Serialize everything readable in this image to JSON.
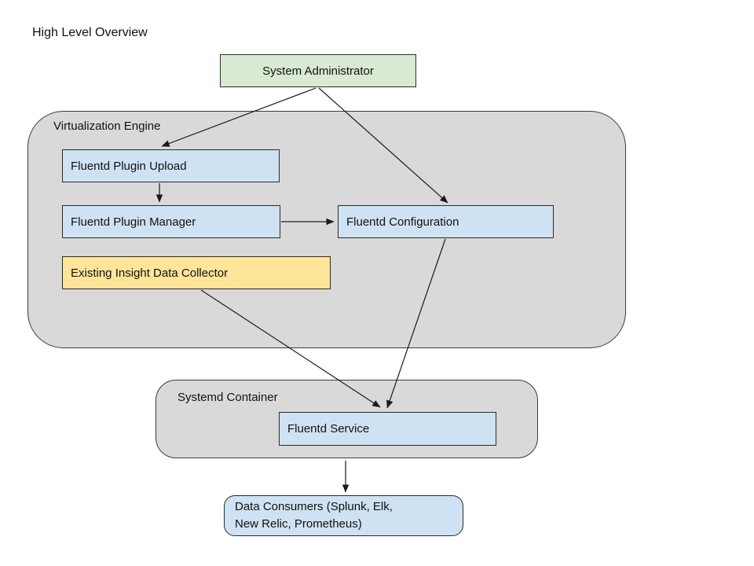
{
  "title": "High Level Overview",
  "colors": {
    "background": "#ffffff",
    "container_gray": "#d9d9d9",
    "green_fill": "#d9ead3",
    "blue_fill": "#cfe2f3",
    "yellow_fill": "#ffe599",
    "border": "#2b2b2b",
    "arrow": "#1a1a1a",
    "text": "#111111"
  },
  "containers": {
    "virtualization_engine": {
      "label": "Virtualization Engine"
    },
    "systemd_container": {
      "label": "Systemd Container"
    }
  },
  "nodes": {
    "system_administrator": {
      "label": "System Administrator"
    },
    "fluentd_plugin_upload": {
      "label": "Fluentd Plugin Upload"
    },
    "fluentd_plugin_manager": {
      "label": "Fluentd Plugin Manager"
    },
    "fluentd_configuration": {
      "label": "Fluentd Configuration"
    },
    "existing_insight_data_collector": {
      "label": "Existing Insight Data Collector"
    },
    "fluentd_service": {
      "label": "Fluentd Service"
    },
    "data_consumers": {
      "label": "Data Consumers (Splunk, Elk, New Relic, Prometheus)",
      "lines": [
        "Data Consumers (Splunk, Elk,",
        "New Relic, Prometheus)"
      ]
    }
  },
  "edges": [
    {
      "from": "System Administrator",
      "to": "Fluentd Plugin Upload"
    },
    {
      "from": "System Administrator",
      "to": "Fluentd Configuration"
    },
    {
      "from": "Fluentd Plugin Upload",
      "to": "Fluentd Plugin Manager"
    },
    {
      "from": "Fluentd Plugin Manager",
      "to": "Fluentd Configuration"
    },
    {
      "from": "Fluentd Configuration",
      "to": "Fluentd Service"
    },
    {
      "from": "Existing Insight Data Collector",
      "to": "Fluentd Service"
    },
    {
      "from": "Systemd Container",
      "to": "Data Consumers (Splunk, Elk, New Relic, Prometheus)"
    }
  ]
}
